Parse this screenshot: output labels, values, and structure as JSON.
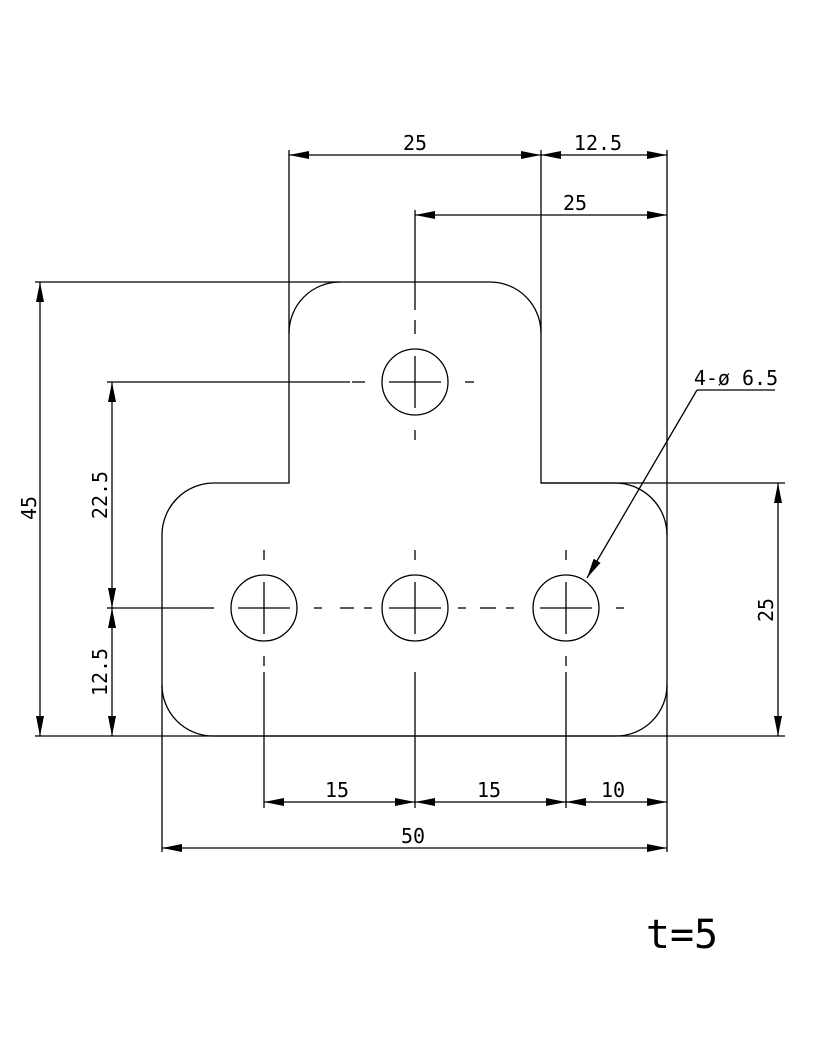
{
  "drawing": {
    "dimensions": {
      "top_width": "25",
      "top_right_offset": "12.5",
      "hole_to_edge": "25",
      "total_height": "45",
      "hole_vertical_spacing": "22.5",
      "hole_height_from_bottom": "12.5",
      "lower_body_height": "25",
      "hole_spacing_1": "15",
      "hole_spacing_2": "15",
      "hole_to_right_edge": "10",
      "total_width": "50"
    },
    "hole_callout": "4-ø 6.5",
    "thickness_note": "t=5",
    "holes": {
      "count": 4,
      "diameter": 6.5
    }
  }
}
